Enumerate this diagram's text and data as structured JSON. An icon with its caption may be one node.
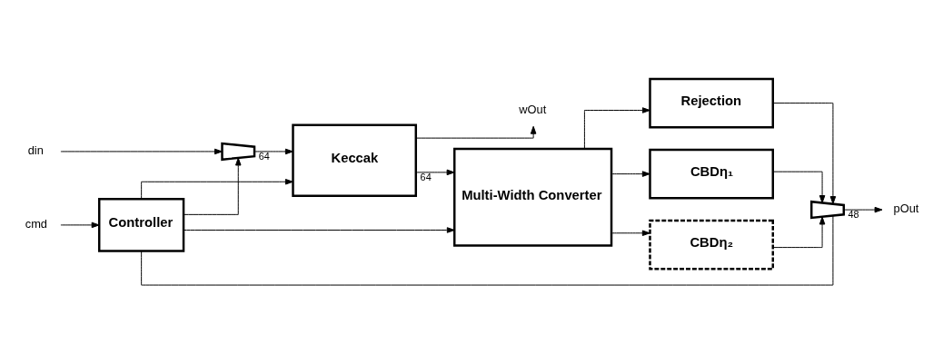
{
  "diagram": {
    "nodes": [
      {
        "text": [
          "cmd"
        ]
      },
      {
        "text": [
          "Controller"
        ]
      },
      {
        "text": [
          "din"
        ]
      },
      {
        "text": [],
        "shape": "trapezoid"
      },
      {
        "text": [
          "Keccak"
        ]
      },
      {
        "text": [
          "Multi-Width Converter"
        ]
      },
      {
        "text": [
          "Rejection"
        ]
      },
      {
        "text": [
          "CBDη₁"
        ]
      },
      {
        "text": [
          "CBDη₂"
        ]
      },
      {
        "text": [],
        "shape": "trapezoid"
      },
      {
        "text": [
          "pOut"
        ]
      },
      {
        "text": [
          "wOut"
        ]
      }
    ],
    "edges": [
      {
        "from": 0,
        "to": 1,
        "arrow": "to"
      },
      {
        "from": 1,
        "to": 3,
        "arrow": "to"
      },
      {
        "from": 2,
        "to": 3,
        "arrow": "to"
      },
      {
        "from": 1,
        "to": 4,
        "arrow": "to"
      },
      {
        "from": 3,
        "to": 4,
        "arrow": "to",
        "label": "64"
      },
      {
        "from": 4,
        "to": 5,
        "arrow": "to",
        "label": "64"
      },
      {
        "from": 4,
        "to": 11,
        "arrow": "to"
      },
      {
        "from": 1,
        "to": 5,
        "arrow": "to"
      },
      {
        "from": 1,
        "to": 9,
        "arrow": "none"
      },
      {
        "from": 5,
        "to": 6,
        "arrow": "to"
      },
      {
        "from": 5,
        "to": 7,
        "arrow": "to"
      },
      {
        "from": 5,
        "to": 8,
        "arrow": "to"
      },
      {
        "from": 6,
        "to": 9,
        "arrow": "to"
      },
      {
        "from": 7,
        "to": 9,
        "arrow": "to"
      },
      {
        "from": 8,
        "to": 9,
        "arrow": "to"
      },
      {
        "from": 9,
        "to": 10,
        "arrow": "to",
        "label": "48"
      }
    ]
  }
}
